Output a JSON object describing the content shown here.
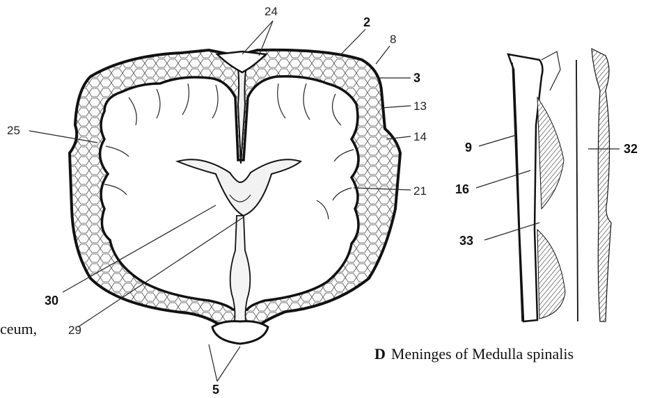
{
  "panel_c_labels": {
    "l24": "24",
    "l2": "2",
    "l8": "8",
    "l3": "3",
    "l13": "13",
    "l14": "14",
    "l21": "21",
    "l25": "25",
    "l30": "30",
    "l29": "29",
    "l5": "5"
  },
  "panel_d_labels": {
    "l9": "9",
    "l16": "16",
    "l33": "33",
    "l32": "32"
  },
  "caption_fragment": "ceum,",
  "caption_d": {
    "letter": "D",
    "text": "Meninges of Medulla spinalis"
  }
}
